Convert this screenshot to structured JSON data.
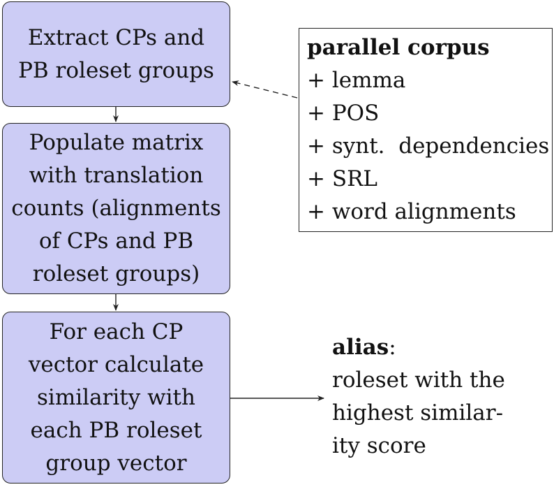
{
  "steps": [
    {
      "lines": [
        "Extract CPs and",
        "PB roleset groups"
      ]
    },
    {
      "lines": [
        "Populate matrix",
        "with translation",
        "counts (alignments",
        "of CPs and PB",
        "roleset groups)"
      ]
    },
    {
      "lines": [
        "For each CP",
        "vector calculate",
        "similarity with",
        "each PB roleset",
        "group vector"
      ]
    }
  ],
  "corpus": {
    "title": "parallel corpus",
    "items": [
      "+ lemma",
      "+ POS",
      "+ synt.  dependencies",
      "+ SRL",
      "+ word alignments"
    ]
  },
  "output": {
    "label": "alias",
    "label_suffix": ":",
    "lines": [
      "roleset with the",
      "highest similar-",
      "ity score"
    ]
  },
  "colors": {
    "step_fill": "#ccccf5",
    "stroke": "#222222"
  }
}
